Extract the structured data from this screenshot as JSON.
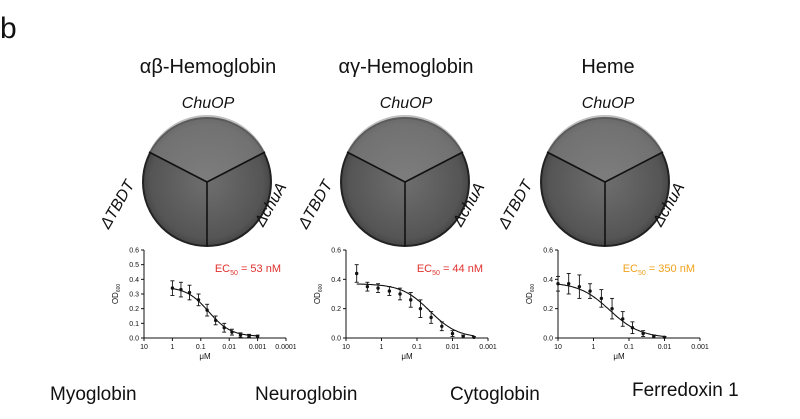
{
  "panel_letter": "b",
  "panels": [
    {
      "title": "αβ-Hemoglobin",
      "plate": {
        "top": "ChuOP",
        "left": "ΔTBDT",
        "right": "ΔchuA"
      },
      "ec50": {
        "label": "EC",
        "sub": "50",
        "value": " = 53 nM",
        "color": "#e0312e"
      }
    },
    {
      "title": "αγ-Hemoglobin",
      "plate": {
        "top": "ChuOP",
        "left": "ΔTBDT",
        "right": "ΔchuA"
      },
      "ec50": {
        "label": "EC",
        "sub": "50",
        "value": " = 44 nM",
        "color": "#e0312e"
      }
    },
    {
      "title": "Heme",
      "plate": {
        "top": "ChuOP",
        "left": "ΔTBDT",
        "right": "ΔchuA"
      },
      "ec50": {
        "label": "EC",
        "sub": "50",
        "value": " = 350 nM",
        "color": "#f0a21c"
      }
    }
  ],
  "bottom_labels": [
    "Myoglobin",
    "Neuroglobin",
    "Cytoglobin",
    "Ferredoxin 1"
  ],
  "chart_data": [
    {
      "type": "scatter",
      "xlabel": "μM",
      "ylabel": "OD",
      "ylabel_sub": "600",
      "x_scale": "log-reversed",
      "x_ticks": [
        "10",
        "1",
        "0.1",
        "0.01",
        "0.001",
        "0.0001"
      ],
      "x_tick_values": [
        10,
        1,
        0.1,
        0.01,
        0.001,
        0.0001
      ],
      "y_ticks": [
        "0.0",
        "0.1",
        "0.2",
        "0.3",
        "0.4",
        "0.5",
        "0.6"
      ],
      "ylim": [
        0,
        0.6
      ],
      "xlim": [
        10,
        0.0001
      ],
      "points": [
        {
          "x": 1,
          "y": 0.34,
          "err": 0.05
        },
        {
          "x": 0.5,
          "y": 0.33,
          "err": 0.05
        },
        {
          "x": 0.25,
          "y": 0.31,
          "err": 0.05
        },
        {
          "x": 0.12,
          "y": 0.26,
          "err": 0.04
        },
        {
          "x": 0.06,
          "y": 0.19,
          "err": 0.04
        },
        {
          "x": 0.03,
          "y": 0.12,
          "err": 0.03
        },
        {
          "x": 0.015,
          "y": 0.07,
          "err": 0.03
        },
        {
          "x": 0.008,
          "y": 0.04,
          "err": 0.02
        },
        {
          "x": 0.004,
          "y": 0.02,
          "err": 0.015
        },
        {
          "x": 0.002,
          "y": 0.015,
          "err": 0.01
        },
        {
          "x": 0.001,
          "y": 0.01,
          "err": 0.01
        }
      ],
      "fit": {
        "top": 0.35,
        "bottom": 0.01,
        "ec50": 0.053,
        "hill": 1.1
      }
    },
    {
      "type": "scatter",
      "xlabel": "μM",
      "ylabel": "OD",
      "ylabel_sub": "600",
      "x_scale": "log-reversed",
      "x_ticks": [
        "10",
        "1",
        "0.1",
        "0.01",
        "0.001"
      ],
      "x_tick_values": [
        10,
        1,
        0.1,
        0.01,
        0.001
      ],
      "y_ticks": [
        "0.0",
        "0.2",
        "0.4",
        "0.6"
      ],
      "ylim": [
        0,
        0.6
      ],
      "xlim": [
        10,
        0.001
      ],
      "points": [
        {
          "x": 5,
          "y": 0.44,
          "err": 0.06
        },
        {
          "x": 2.5,
          "y": 0.35,
          "err": 0.03
        },
        {
          "x": 1.25,
          "y": 0.34,
          "err": 0.03
        },
        {
          "x": 0.6,
          "y": 0.32,
          "err": 0.03
        },
        {
          "x": 0.3,
          "y": 0.3,
          "err": 0.04
        },
        {
          "x": 0.15,
          "y": 0.26,
          "err": 0.05
        },
        {
          "x": 0.08,
          "y": 0.2,
          "err": 0.06
        },
        {
          "x": 0.04,
          "y": 0.14,
          "err": 0.04
        },
        {
          "x": 0.02,
          "y": 0.08,
          "err": 0.03
        },
        {
          "x": 0.01,
          "y": 0.03,
          "err": 0.02
        },
        {
          "x": 0.005,
          "y": 0.01,
          "err": 0.01
        },
        {
          "x": 0.0025,
          "y": 0.005,
          "err": 0.005
        }
      ],
      "fit": {
        "top": 0.37,
        "bottom": 0.0,
        "ec50": 0.044,
        "hill": 1.1
      }
    },
    {
      "type": "scatter",
      "xlabel": "μM",
      "ylabel": "OD",
      "ylabel_sub": "600",
      "x_scale": "log-reversed",
      "x_ticks": [
        "10",
        "1",
        "0.1",
        "0.01",
        "0.001"
      ],
      "x_tick_values": [
        10,
        1,
        0.1,
        0.01,
        0.001
      ],
      "y_ticks": [
        "0.0",
        "0.2",
        "0.4",
        "0.6"
      ],
      "ylim": [
        0,
        0.6
      ],
      "xlim": [
        10,
        0.001
      ],
      "points": [
        {
          "x": 10,
          "y": 0.37,
          "err": 0.05
        },
        {
          "x": 5,
          "y": 0.37,
          "err": 0.07
        },
        {
          "x": 2.5,
          "y": 0.35,
          "err": 0.08
        },
        {
          "x": 1.25,
          "y": 0.32,
          "err": 0.05
        },
        {
          "x": 0.6,
          "y": 0.27,
          "err": 0.06
        },
        {
          "x": 0.3,
          "y": 0.2,
          "err": 0.07
        },
        {
          "x": 0.15,
          "y": 0.13,
          "err": 0.05
        },
        {
          "x": 0.08,
          "y": 0.07,
          "err": 0.04
        },
        {
          "x": 0.04,
          "y": 0.03,
          "err": 0.02
        },
        {
          "x": 0.02,
          "y": 0.01,
          "err": 0.01
        },
        {
          "x": 0.01,
          "y": 0.005,
          "err": 0.005
        }
      ],
      "fit": {
        "top": 0.38,
        "bottom": 0.0,
        "ec50": 0.35,
        "hill": 1.0
      }
    }
  ]
}
